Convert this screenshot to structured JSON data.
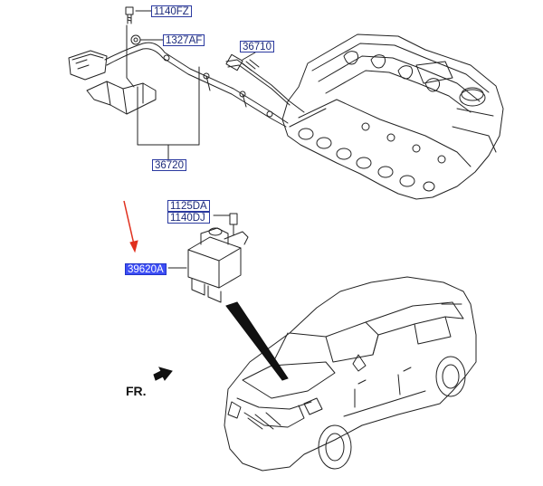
{
  "callouts": {
    "c1140fz": "1140FZ",
    "c1327af": "1327AF",
    "c36710": "36710",
    "c36720": "36720",
    "c1125da": "1125DA",
    "c1140dj": "1140DJ",
    "c39620a": "39620A"
  },
  "direction_label": "FR.",
  "colors": {
    "line": "#222222",
    "callout_border": "#2b3aa0",
    "callout_text": "#1c2a7a",
    "highlight": "#3d4ef5",
    "arrow": "#e0301e"
  },
  "icons": {
    "direction": "front-direction-arrow-icon",
    "indicator": "red-indicator-arrow-icon"
  }
}
